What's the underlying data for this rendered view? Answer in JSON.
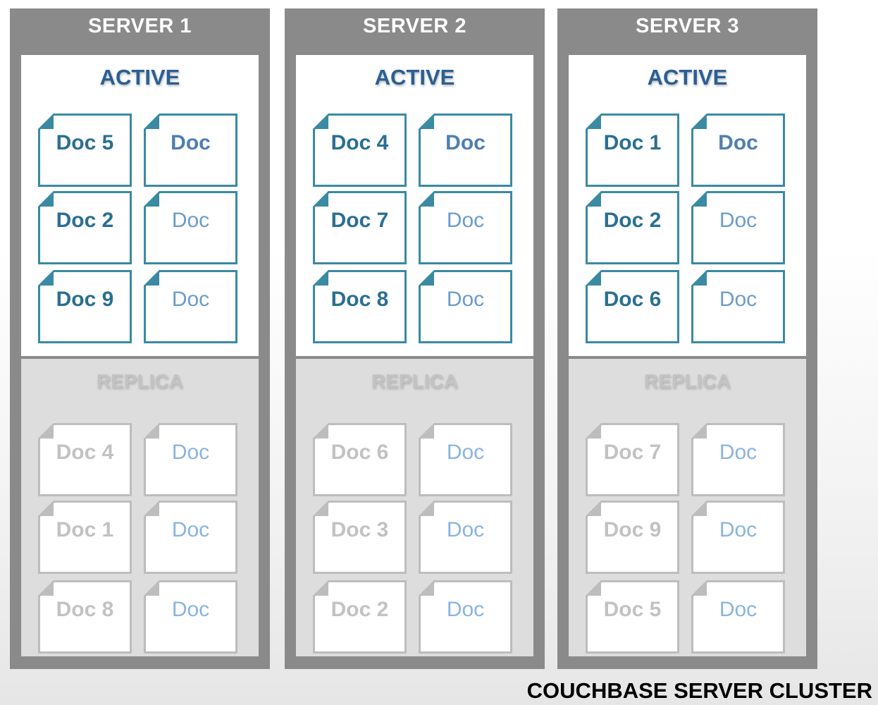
{
  "cluster_label": "COUCHBASE SERVER  CLUSTER",
  "colors": {
    "server_frame": "#8a8a8a",
    "active_title": "#2a5f94",
    "active_doc_border": "#3a8aa3",
    "replica_title": "#c3c3c3",
    "replica_doc_border": "#bdbdbd",
    "replica_panel": "#dddddd"
  },
  "servers": [
    {
      "title": "SERVER 1",
      "active": {
        "title": "ACTIVE",
        "docs": [
          {
            "label": "Doc 5"
          },
          {
            "label": "Doc"
          },
          {
            "label": "Doc 2"
          },
          {
            "label": "Doc"
          },
          {
            "label": "Doc 9"
          },
          {
            "label": "Doc"
          }
        ]
      },
      "replica": {
        "title": "REPLICA",
        "docs": [
          {
            "label": "Doc 4"
          },
          {
            "label": "Doc"
          },
          {
            "label": "Doc 1"
          },
          {
            "label": "Doc"
          },
          {
            "label": "Doc 8"
          },
          {
            "label": "Doc"
          }
        ]
      }
    },
    {
      "title": "SERVER 2",
      "active": {
        "title": "ACTIVE",
        "docs": [
          {
            "label": "Doc 4"
          },
          {
            "label": "Doc"
          },
          {
            "label": "Doc 7"
          },
          {
            "label": "Doc"
          },
          {
            "label": "Doc 8"
          },
          {
            "label": "Doc"
          }
        ]
      },
      "replica": {
        "title": "REPLICA",
        "docs": [
          {
            "label": "Doc 6"
          },
          {
            "label": "Doc"
          },
          {
            "label": "Doc 3"
          },
          {
            "label": "Doc"
          },
          {
            "label": "Doc 2"
          },
          {
            "label": "Doc"
          }
        ]
      }
    },
    {
      "title": "SERVER 3",
      "active": {
        "title": "ACTIVE",
        "docs": [
          {
            "label": "Doc 1"
          },
          {
            "label": "Doc"
          },
          {
            "label": "Doc 2"
          },
          {
            "label": "Doc"
          },
          {
            "label": "Doc 6"
          },
          {
            "label": "Doc"
          }
        ]
      },
      "replica": {
        "title": "REPLICA",
        "docs": [
          {
            "label": "Doc 7"
          },
          {
            "label": "Doc"
          },
          {
            "label": "Doc 9"
          },
          {
            "label": "Doc"
          },
          {
            "label": "Doc 5"
          },
          {
            "label": "Doc"
          }
        ]
      }
    }
  ]
}
